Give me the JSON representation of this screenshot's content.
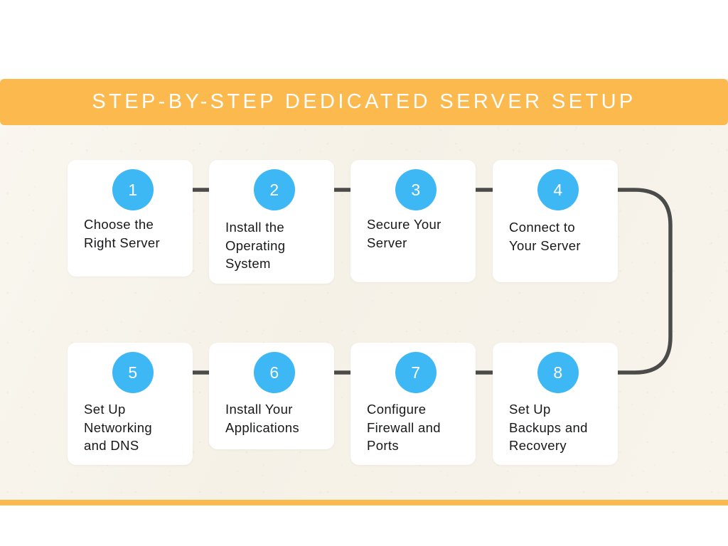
{
  "header": {
    "title": "STEP-BY-STEP DEDICATED SERVER SETUP",
    "banner_color": "#fbb94e"
  },
  "theme": {
    "background": "#f7f3ea",
    "accent_orange": "#fbb94e",
    "badge_blue": "#3db8f5",
    "connector_gray": "#4b4b49",
    "card_white": "#ffffff",
    "text_dark": "#17181a"
  },
  "steps": [
    {
      "number": "1",
      "label": "Choose the\nRight Server"
    },
    {
      "number": "2",
      "label": "Install the\nOperating\nSystem"
    },
    {
      "number": "3",
      "label": "Secure Your\nServer"
    },
    {
      "number": "4",
      "label": "Connect to\nYour Server"
    },
    {
      "number": "5",
      "label": "Set Up\nNetworking\nand DNS"
    },
    {
      "number": "6",
      "label": "Install Your\nApplications"
    },
    {
      "number": "7",
      "label": "Configure\nFirewall and\nPorts"
    },
    {
      "number": "8",
      "label": "Set Up\nBackups and\nRecovery"
    }
  ]
}
